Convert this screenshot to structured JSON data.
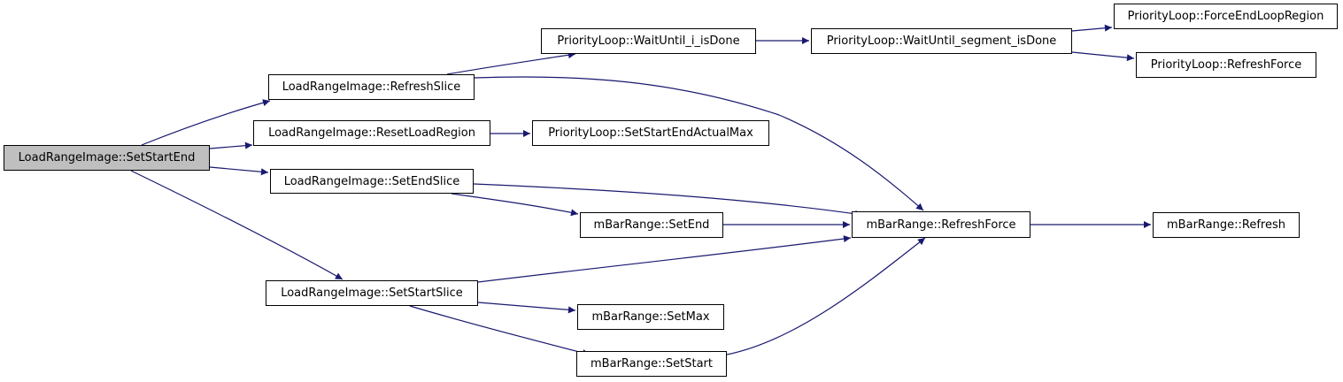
{
  "graph": {
    "edge_color": "#191970",
    "current_fill": "#bfbfbf",
    "nodes": [
      {
        "id": "setstartend",
        "label": "LoadRangeImage::SetStartEnd",
        "current": true
      },
      {
        "id": "refreshslice",
        "label": "LoadRangeImage::RefreshSlice"
      },
      {
        "id": "resetloadregion",
        "label": "LoadRangeImage::ResetLoadRegion"
      },
      {
        "id": "setendslice",
        "label": "LoadRangeImage::SetEndSlice"
      },
      {
        "id": "setstartslice",
        "label": "LoadRangeImage::SetStartSlice"
      },
      {
        "id": "waituntil_i",
        "label": "PriorityLoop::WaitUntil_i_isDone"
      },
      {
        "id": "waituntil_segment",
        "label": "PriorityLoop::WaitUntil_segment_isDone"
      },
      {
        "id": "forceendloopregion",
        "label": "PriorityLoop::ForceEndLoopRegion"
      },
      {
        "id": "plrefreshforce",
        "label": "PriorityLoop::RefreshForce"
      },
      {
        "id": "setstartendactualmax",
        "label": "PriorityLoop::SetStartEndActualMax"
      },
      {
        "id": "mbrefreshforce",
        "label": "mBarRange::RefreshForce"
      },
      {
        "id": "mbrefresh",
        "label": "mBarRange::Refresh"
      },
      {
        "id": "mbsetend",
        "label": "mBarRange::SetEnd"
      },
      {
        "id": "mbsetmax",
        "label": "mBarRange::SetMax"
      },
      {
        "id": "mbsetstart",
        "label": "mBarRange::SetStart"
      }
    ],
    "edges": [
      {
        "from": "setstartend",
        "to": "refreshslice"
      },
      {
        "from": "setstartend",
        "to": "resetloadregion"
      },
      {
        "from": "setstartend",
        "to": "setendslice"
      },
      {
        "from": "setstartend",
        "to": "setstartslice"
      },
      {
        "from": "refreshslice",
        "to": "waituntil_i"
      },
      {
        "from": "refreshslice",
        "to": "mbrefreshforce"
      },
      {
        "from": "waituntil_i",
        "to": "waituntil_segment"
      },
      {
        "from": "waituntil_segment",
        "to": "forceendloopregion"
      },
      {
        "from": "waituntil_segment",
        "to": "plrefreshforce"
      },
      {
        "from": "resetloadregion",
        "to": "setstartendactualmax"
      },
      {
        "from": "setendslice",
        "to": "mbrefreshforce"
      },
      {
        "from": "setendslice",
        "to": "mbsetend"
      },
      {
        "from": "mbsetend",
        "to": "mbrefreshforce"
      },
      {
        "from": "mbrefreshforce",
        "to": "mbrefresh"
      },
      {
        "from": "setstartslice",
        "to": "mbrefreshforce"
      },
      {
        "from": "setstartslice",
        "to": "mbsetmax"
      },
      {
        "from": "setstartslice",
        "to": "mbsetstart"
      },
      {
        "from": "mbsetstart",
        "to": "mbrefreshforce"
      }
    ]
  }
}
